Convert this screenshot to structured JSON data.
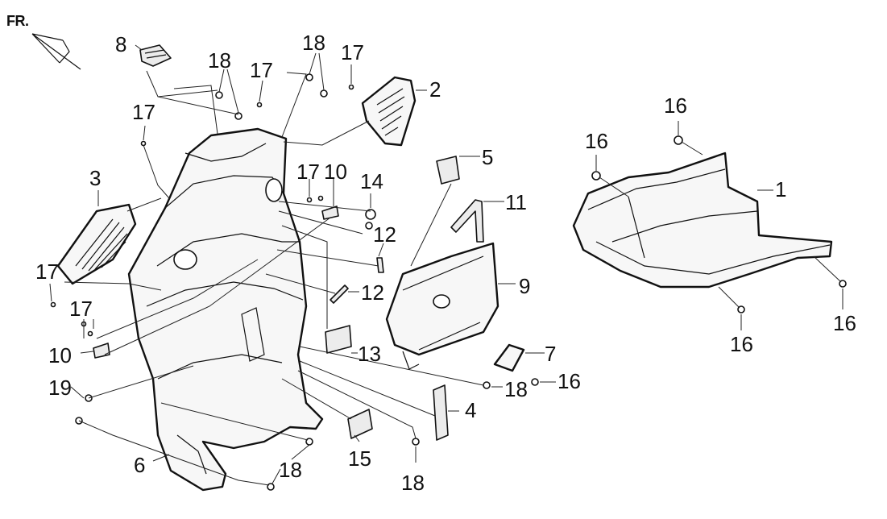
{
  "diagram": {
    "orientation_label": "FR.",
    "callouts": [
      {
        "id": "c8",
        "label": "8"
      },
      {
        "id": "c18a",
        "label": "18"
      },
      {
        "id": "c17a",
        "label": "17"
      },
      {
        "id": "c18b",
        "label": "18"
      },
      {
        "id": "c17b",
        "label": "17"
      },
      {
        "id": "c2",
        "label": "2"
      },
      {
        "id": "c17c",
        "label": "17"
      },
      {
        "id": "c3",
        "label": "3"
      },
      {
        "id": "c17d",
        "label": "17"
      },
      {
        "id": "c10a",
        "label": "10"
      },
      {
        "id": "c14",
        "label": "14"
      },
      {
        "id": "c5",
        "label": "5"
      },
      {
        "id": "c11",
        "label": "11"
      },
      {
        "id": "c12a",
        "label": "12"
      },
      {
        "id": "c17e",
        "label": "17"
      },
      {
        "id": "c12b",
        "label": "12"
      },
      {
        "id": "c9",
        "label": "9"
      },
      {
        "id": "c17f",
        "label": "17"
      },
      {
        "id": "c10b",
        "label": "10"
      },
      {
        "id": "c13",
        "label": "13"
      },
      {
        "id": "c7",
        "label": "7"
      },
      {
        "id": "c18c",
        "label": "18"
      },
      {
        "id": "c16a",
        "label": "16"
      },
      {
        "id": "c19",
        "label": "19"
      },
      {
        "id": "c4",
        "label": "4"
      },
      {
        "id": "c6",
        "label": "6"
      },
      {
        "id": "c15",
        "label": "15"
      },
      {
        "id": "c18d",
        "label": "18"
      },
      {
        "id": "c18e",
        "label": "18"
      },
      {
        "id": "c16b",
        "label": "16"
      },
      {
        "id": "c16c",
        "label": "16"
      },
      {
        "id": "c1",
        "label": "1"
      },
      {
        "id": "c16d",
        "label": "16"
      },
      {
        "id": "c16e",
        "label": "16"
      }
    ]
  }
}
